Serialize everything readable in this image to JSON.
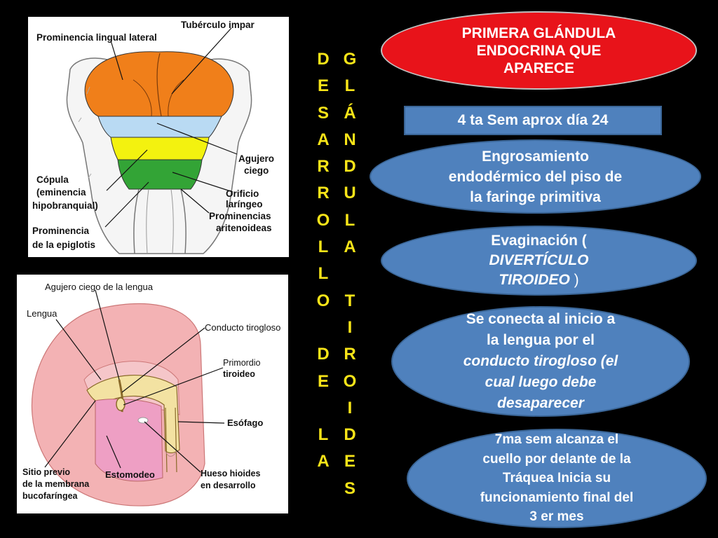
{
  "colors": {
    "background": "#000000",
    "title_red": "#e8131a",
    "ellipse_blue": "#4f81bd",
    "vertical_text": "#f7e418",
    "tongue_orange": "#f07f1a",
    "tongue_blue": "#b9daf3",
    "tongue_yellow": "#f3f20f",
    "tongue_green": "#33a436"
  },
  "vertical_left": [
    "D",
    "E",
    "S",
    "A",
    "R",
    "R",
    "O",
    "L",
    "L",
    "O",
    "",
    "D",
    "E",
    "",
    "L",
    "A"
  ],
  "vertical_right": [
    "G",
    "L",
    "Á",
    "N",
    "D",
    "U",
    "L",
    "A",
    "",
    "T",
    "I",
    "R",
    "O",
    "I",
    "D",
    "E",
    "S"
  ],
  "top_diagram": {
    "labels": {
      "prominencia_lingual": "Prominencia lingual lateral",
      "tuberculo": "Tubérculo impar",
      "agujero1": "Agujero",
      "agujero2": "ciego",
      "copula1": "Cópula",
      "copula2": "(eminencia",
      "copula3": "hipobranquial)",
      "orificio1": "Orificio",
      "orificio2": "laríngeo",
      "aritenoideas1": "Prominencias",
      "aritenoideas2": "aritenoideas",
      "epiglotis1": "Prominencia",
      "epiglotis2": "de la epiglotis"
    }
  },
  "bottom_diagram": {
    "labels": {
      "agujero_lengua": "Agujero ciego de la lengua",
      "lengua": "Lengua",
      "conducto": "Conducto tirogloso",
      "primordio1": "Primordio",
      "primordio2": "tiroideo",
      "esofago": "Esófago",
      "sitio1": "Sitio previo",
      "sitio2": "de la membrana",
      "sitio3": "bucofaríngea",
      "estomodeo": "Estomodeo",
      "hueso1": "Hueso hioides",
      "hueso2": "en desarrollo"
    }
  },
  "boxes": {
    "title": [
      "PRIMERA GLÁNDULA",
      "ENDOCRINA QUE",
      "APARECE"
    ],
    "week": "4 ta  Sem aprox día 24",
    "engrosamiento": [
      "Engrosamiento",
      "endodérmico del piso de",
      "la faringe primitiva"
    ],
    "evaginacion": {
      "l1": "Evaginación (",
      "l2": "DIVERTÍCULO",
      "l3a": "TIROIDEO",
      "l3b": " )"
    },
    "conecta": {
      "l1": "Se conecta al inicio a",
      "l2": "la lengua por el",
      "l3": "conducto tirogloso (el",
      "l4": "cual luego debe",
      "l5": "desaparecer"
    },
    "septima": [
      "7ma sem alcanza el",
      "cuello por delante de la",
      "Tráquea Inicia su",
      "funcionamiento final del",
      "3 er mes"
    ]
  }
}
